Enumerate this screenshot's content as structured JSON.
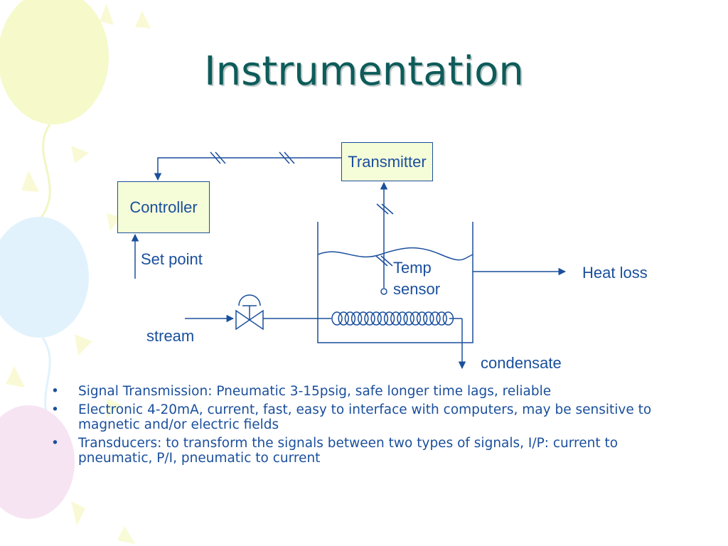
{
  "slide": {
    "title": "Instrumentation"
  },
  "diagram": {
    "transmitter_label": "Transmitter",
    "controller_label": "Controller",
    "set_point_label": "Set point",
    "temp_sensor_label_line1": "Temp",
    "temp_sensor_label_line2": "sensor",
    "heat_loss_label": "Heat loss",
    "stream_label": "stream",
    "condensate_label": "condensate"
  },
  "bullets": [
    "Signal Transmission: Pneumatic 3-15psig, safe longer time lags, reliable",
    "Electronic 4-20mA,  current, fast, easy to interface with computers, may be sensitive to magnetic and/or electric fields",
    "Transducers: to transform the signals between two types of signals, I/P: current to pneumatic, P/I, pneumatic to current"
  ],
  "colors": {
    "title": "#0d5c5a",
    "diagram_line": "#1a4f9c",
    "box_fill": "#f5fcd8",
    "balloon_yellow": "#f3f7b8",
    "balloon_blue": "#d7eefb",
    "balloon_pink": "#f3dbf0"
  }
}
